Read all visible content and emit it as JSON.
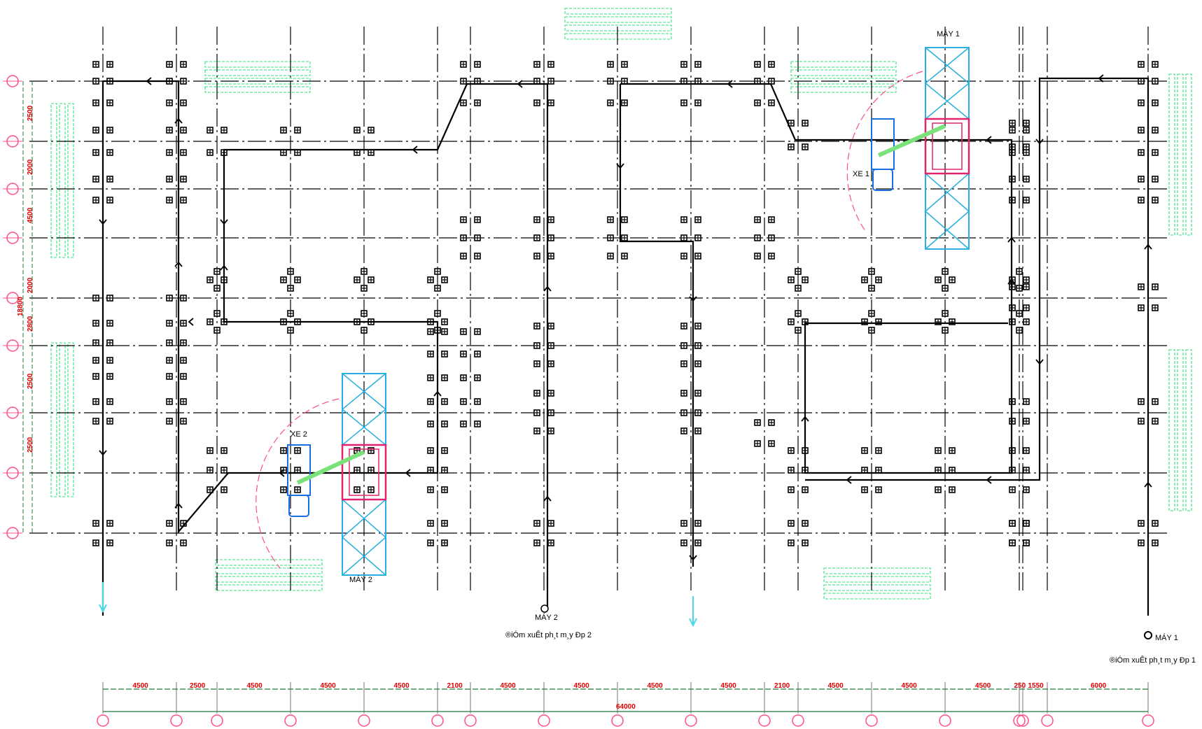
{
  "colors": {
    "grid": "#000000",
    "path": "#000000",
    "pile": "#000000",
    "dimension_text": "#e00000",
    "axis_bubble": "#ff4d88",
    "storage": "#34e07a",
    "crane_frame": "#2ab0e0",
    "crane_frame_active": "#e0246e",
    "truck": "#1a6fe0",
    "boom": "#7be27b",
    "swing_arc": "#ff4d88",
    "exit_arrow": "#48d8e8"
  },
  "labels": {
    "machine_1": "MÁY 1",
    "machine_2": "MÁY 2",
    "truck_1": "XE 1",
    "truck_2": "XE 2",
    "exit_point_1_machine": "MÁY 1",
    "exit_point_2_machine": "MÁY 2",
    "exit_note_1": "®iÓm xuÊt ph¸t m¸y Ðp 1",
    "exit_note_2": "®iÓm xuÊt ph¸t m¸y Ðp 2"
  },
  "dimensions_bottom": [
    "4500",
    "2500",
    "4500",
    "4500",
    "4500",
    "2100",
    "4500",
    "4500",
    "4500",
    "4500",
    "2100",
    "4500",
    "4500",
    "4500",
    "250",
    "1550",
    "6000"
  ],
  "dimension_total": "64000",
  "dimensions_left": [
    "2500",
    "2000",
    "4500",
    "2000",
    "2800",
    "2500",
    "2500"
  ],
  "dimension_left_total": "18800"
}
